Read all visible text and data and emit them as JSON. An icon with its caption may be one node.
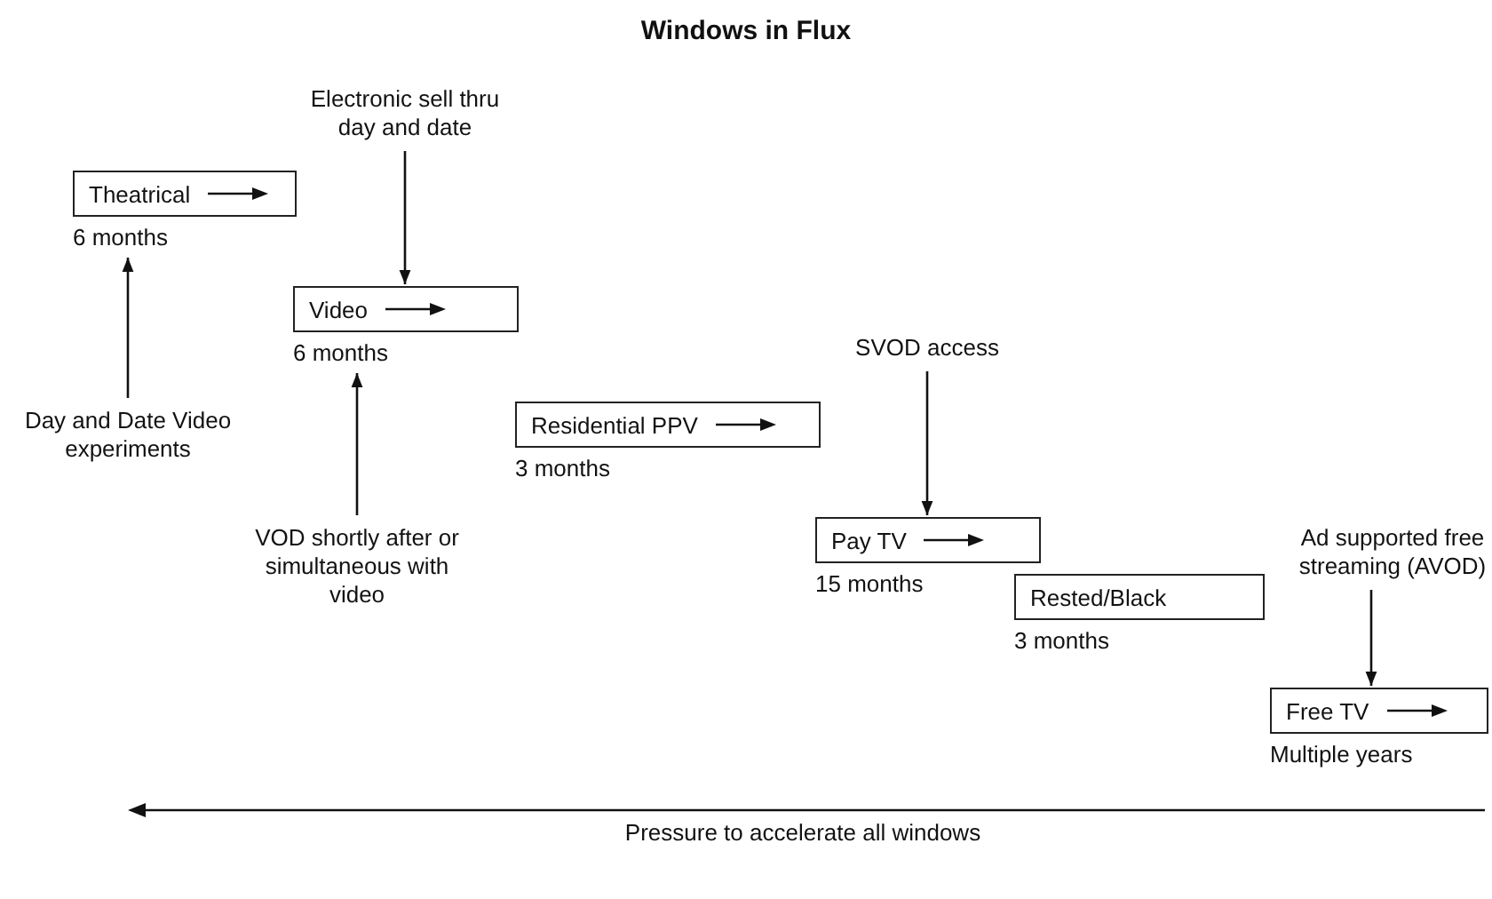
{
  "diagram": {
    "title": "Windows in Flux",
    "nodes": [
      {
        "text": [
          "Electronic sell thru day and date"
        ]
      },
      {
        "text": [
          "Theatrical"
        ],
        "beside": [
          "6 months"
        ]
      },
      {
        "text": [
          "Video"
        ],
        "beside": [
          "6 months"
        ]
      },
      {
        "text": [
          "SVOD access"
        ]
      },
      {
        "text": [
          "Residential PPV"
        ],
        "beside": [
          "3 months"
        ]
      },
      {
        "text": [
          "Day and Date Video experiments"
        ]
      },
      {
        "text": [
          "Pay TV"
        ],
        "beside": [
          "15 months"
        ]
      },
      {
        "text": [
          "VOD shortly after or simultaneous with video"
        ]
      },
      {
        "text": [
          "Ad supported free streaming (AVOD)"
        ]
      },
      {
        "text": [
          "Rested/Black"
        ],
        "beside": [
          "3 months"
        ]
      },
      {
        "text": [
          "Free TV"
        ],
        "beside": [
          "Multiple years"
        ]
      }
    ],
    "edges": [
      {
        "from": 0,
        "to": 2,
        "arrow": "to"
      },
      {
        "from": 5,
        "to": 1,
        "arrow": "to"
      },
      {
        "from": 7,
        "to": 2,
        "arrow": "to"
      },
      {
        "from": 3,
        "to": 6,
        "arrow": "to"
      },
      {
        "from": 8,
        "to": 10,
        "arrow": "to"
      }
    ],
    "labels": [
      "Pressure to accelerate all windows"
    ]
  }
}
